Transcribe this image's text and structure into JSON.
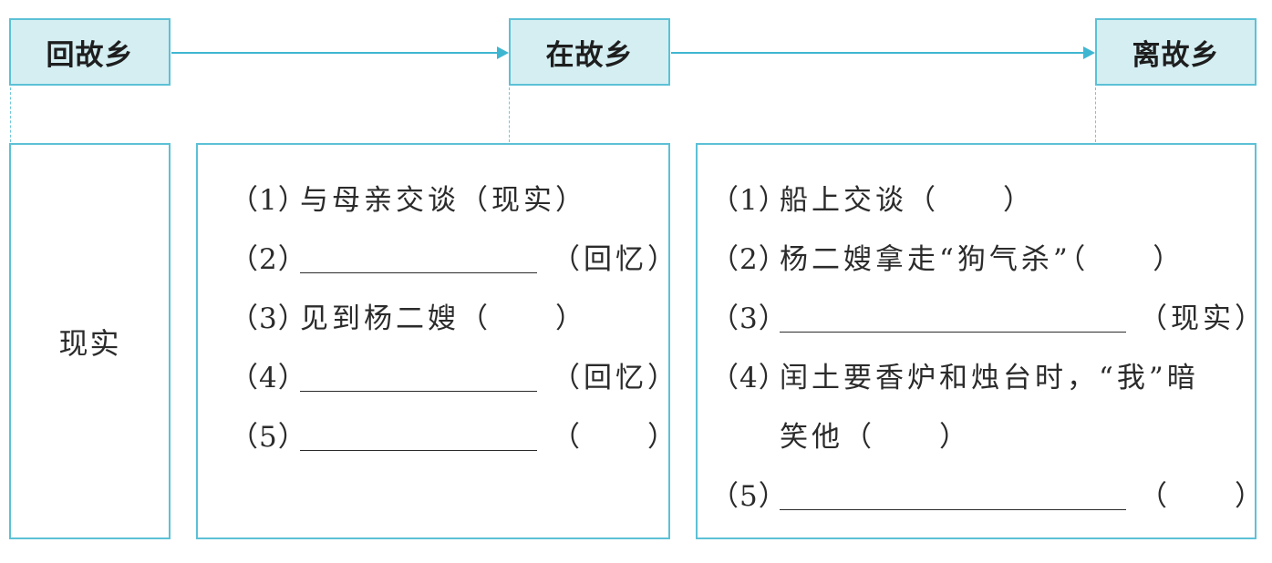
{
  "stages": [
    {
      "label": "回故乡"
    },
    {
      "label": "在故乡"
    },
    {
      "label": "离故乡"
    }
  ],
  "panel1": {
    "label": "现实"
  },
  "panel2": {
    "items": [
      {
        "num": "（1）",
        "text": "与母亲交谈（现实）"
      },
      {
        "num": "（2）",
        "note": "（回忆）"
      },
      {
        "num": "（3）",
        "text": "见到杨二嫂（　　）"
      },
      {
        "num": "（4）",
        "note": "（回忆）"
      },
      {
        "num": "（5）",
        "note": "（　　）"
      }
    ]
  },
  "panel3": {
    "items": [
      {
        "num": "（1）",
        "text": "船上交谈（　　）"
      },
      {
        "num": "（2）",
        "text": "杨二嫂拿走“狗气杀”（　　）"
      },
      {
        "num": "（3）",
        "note": "（现实）"
      },
      {
        "num": "（4）",
        "text": "闰土要香炉和烛台时，“我”暗",
        "text2": "笑他（　　）"
      },
      {
        "num": "（5）",
        "note": "（　　）"
      }
    ]
  },
  "colors": {
    "box_fill": "#d4eef2",
    "box_border": "#5cc1d6",
    "arrow": "#3fb6d1"
  }
}
